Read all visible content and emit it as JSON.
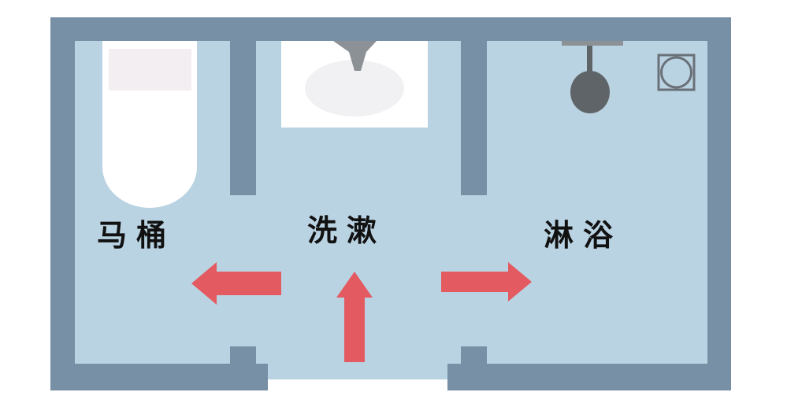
{
  "rooms": {
    "toilet": {
      "label": "马桶"
    },
    "wash": {
      "label": "洗漱"
    },
    "shower": {
      "label": "淋浴"
    }
  },
  "colors": {
    "wall": "#7890a5",
    "floor": "#bad3e2",
    "arrow": "#e35b60",
    "fixture": "#ffffff",
    "metal": "#5f6469"
  }
}
